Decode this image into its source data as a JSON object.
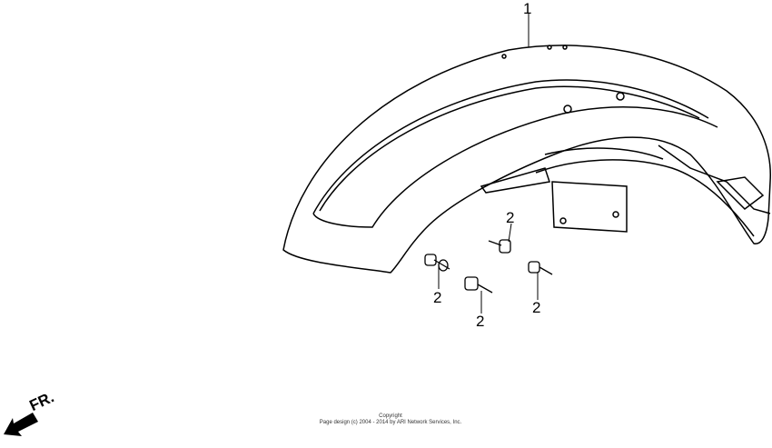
{
  "diagram": {
    "callouts": [
      {
        "id": "fender",
        "label": "1"
      },
      {
        "id": "bolt-a",
        "label": "2"
      },
      {
        "id": "bolt-b",
        "label": "2"
      },
      {
        "id": "bolt-c",
        "label": "2"
      },
      {
        "id": "bolt-d",
        "label": "2"
      }
    ],
    "direction_label": "FR.",
    "direction_icon": "arrow-down-left-icon"
  },
  "footer": {
    "copyright_title": "Copyright",
    "copyright_text": "Page design (c) 2004 - 2014 by ARI Network Services, Inc."
  }
}
